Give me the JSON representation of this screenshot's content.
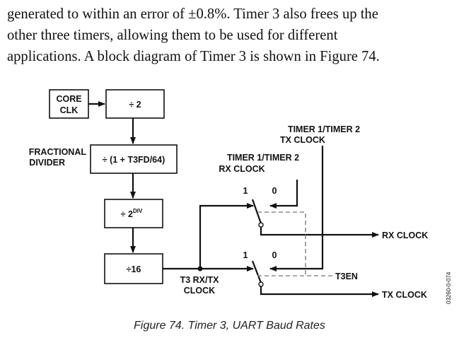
{
  "body_text": {
    "line1": "generated to within an error of ±0.8%. Timer 3 also frees up the",
    "line2": "other three timers, allowing them to be used for different",
    "line3": "applications. A block diagram of Timer 3 is shown in Figure 74."
  },
  "diagram": {
    "core_clk_line1": "CORE",
    "core_clk_line2": "CLK",
    "div2": "÷ 2",
    "fractional_line1": "FRACTIONAL",
    "fractional_line2": "DIVIDER",
    "frac_formula": "÷ (1 + T3FD/64)",
    "div2div_base": "÷ 2",
    "div2div_exp": "DIV",
    "div16": "÷16",
    "t3_clock_line1": "T3 RX/TX",
    "t3_clock_line2": "CLOCK",
    "timer_tx_line1": "TIMER 1/TIMER 2",
    "timer_tx_line2": "TX CLOCK",
    "timer_rx_line1": "TIMER 1/TIMER 2",
    "timer_rx_line2": "RX CLOCK",
    "switch_top_1": "1",
    "switch_top_0": "0",
    "switch_bottom_1": "1",
    "switch_bottom_0": "0",
    "rx_clock_out": "RX CLOCK",
    "tx_clock_out": "TX CLOCK",
    "t3en": "T3EN",
    "figure_code": "03260-0-074"
  },
  "caption": "Figure 74. Timer 3, UART Baud Rates"
}
